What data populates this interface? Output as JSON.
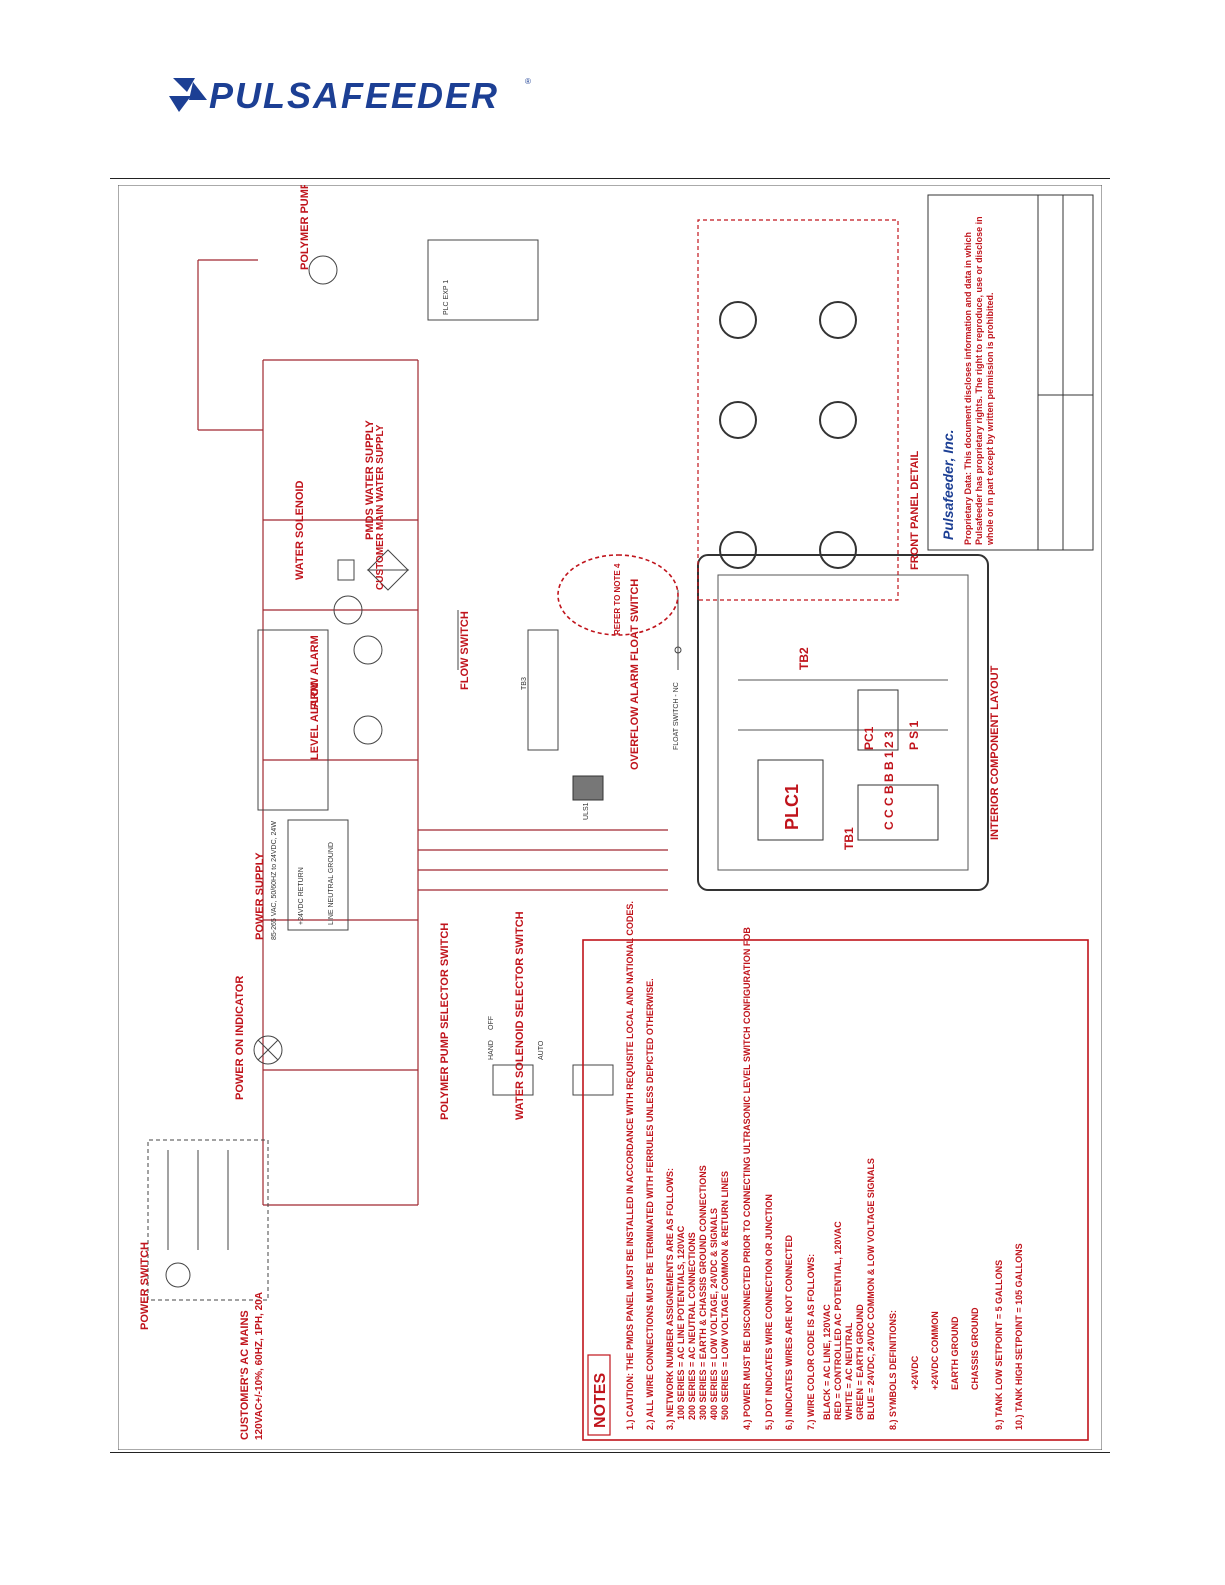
{
  "brand": {
    "name": "PULSAFEEDER",
    "registered": "®",
    "color": "#1c3f94"
  },
  "colors": {
    "wire_red": "#a02830",
    "wire_dark": "#444444",
    "label_red": "#c0141c",
    "dot": "#a0208c"
  },
  "top_labels": {
    "power_switch": "POWER SWITCH",
    "customer_mains": "CUSTOMER'S AC MAINS",
    "customer_mains_spec": "120VAC+/-10%, 60HZ, 1PH, 20A",
    "power_on_indicator": "POWER ON INDICATOR",
    "power_supply": "POWER SUPPLY",
    "power_supply_spec": "85-265 VAC, 50/60HZ to 24VDC, 24W",
    "polymer_pump": "POLYMER PUMP",
    "water_solenoid": "WATER SOLENOID",
    "pmds_water_supply": "PMDS WATER SUPPLY",
    "customer_main_water_supply": "CUSTOMER MAIN WATER SUPPLY",
    "flow_alarm": "FLOW ALARM",
    "level_alarm": "LEVEL ALARM",
    "flow_switch": "FLOW SWITCH",
    "overflow_alarm": "OVERFLOW ALARM FLOAT SWITCH",
    "polymer_pump_selector": "POLYMER PUMP SELECTOR SWITCH",
    "water_solenoid_selector": "WATER SOLENOID SELECTOR SWITCH",
    "refer_to_note": "REFER TO NOTE 4",
    "front_panel_detail": "FRONT PANEL DETAIL",
    "interior_component_layout": "INTERIOR COMPONENT LAYOUT",
    "plc1": "PLC1",
    "tb1": "TB1",
    "tb2": "TB2",
    "pc1": "PC1",
    "cb_label": "C C C B B B 1 2 3",
    "ps_label": "P S 1",
    "ps_inner": "LINE NEUTRAL GROUND",
    "ps_inner2": "+24VDC RETURN",
    "hand": "HAND",
    "off": "OFF",
    "auto": "AUTO",
    "plc_exp": "PLC EXP 1",
    "tb3": "TB3",
    "uls1": "ULS1",
    "fs2": "FLOAT SWITCH - NC"
  },
  "company": {
    "name": "Pulsafeeder, Inc.",
    "proprietary": "Proprietary Data: This document discloses information and data in which Pulsafeeder has proprietary rights. The right to reproduce, use or disclose in whole or in part except by written permission is prohibited."
  },
  "notes": {
    "title": "NOTES",
    "items": [
      "1.) CAUTION: THE PMDS PANEL MUST BE INSTALLED IN ACCORDANCE WITH REQUISITE LOCAL AND NATIONAL CODES.",
      "2.) ALL WIRE CONNECTIONS MUST BE TERMINATED WITH FERRULES UNLESS DEPICTED OTHERWISE.",
      "3.) NETWORK NUMBER ASSIGNEMENTS ARE AS FOLLOWS:",
      "100 SERIES = AC LINE POTENTIALS, 120VAC",
      "200 SERIES = AC NEUTRAL CONNECTIONS",
      "300 SERIES = EARTH & CHASSIS GROUND CONNECTIONS",
      "400 SERIES = LOW VOLTAGE, 24VDC & SIGNALS",
      "500 SERIES = LOW VOLTAGE COMMON & RETURN LINES",
      "4.) POWER MUST BE DISCONNECTED PRIOR TO CONNECTING ULTRASONIC LEVEL SWITCH CONFIGURATION FOB",
      "5.)        DOT INDICATES WIRE CONNECTION OR JUNCTION",
      "6.)        INDICATES WIRES ARE NOT CONNECTED",
      "7.) WIRE COLOR CODE IS AS FOLLOWS:",
      "BLACK =   AC LINE, 120VAC",
      "RED   =   CONTROLLED AC POTENTIAL, 120VAC",
      "WHITE =   AC NEUTRAL",
      "GREEN =   EARTH GROUND",
      "BLUE  =   24VDC, 24VDC COMMON & LOW VOLTAGE SIGNALS",
      "8.) SYMBOLS DEFINITIONS:",
      "+24VDC",
      "+24VDC COMMON",
      "EARTH GROUND",
      "CHASSIS GROUND",
      "9.) TANK LOW SETPOINT   = 5 GALLONS",
      "10.) TANK HIGH SETPOINT = 105 GALLONS"
    ]
  }
}
